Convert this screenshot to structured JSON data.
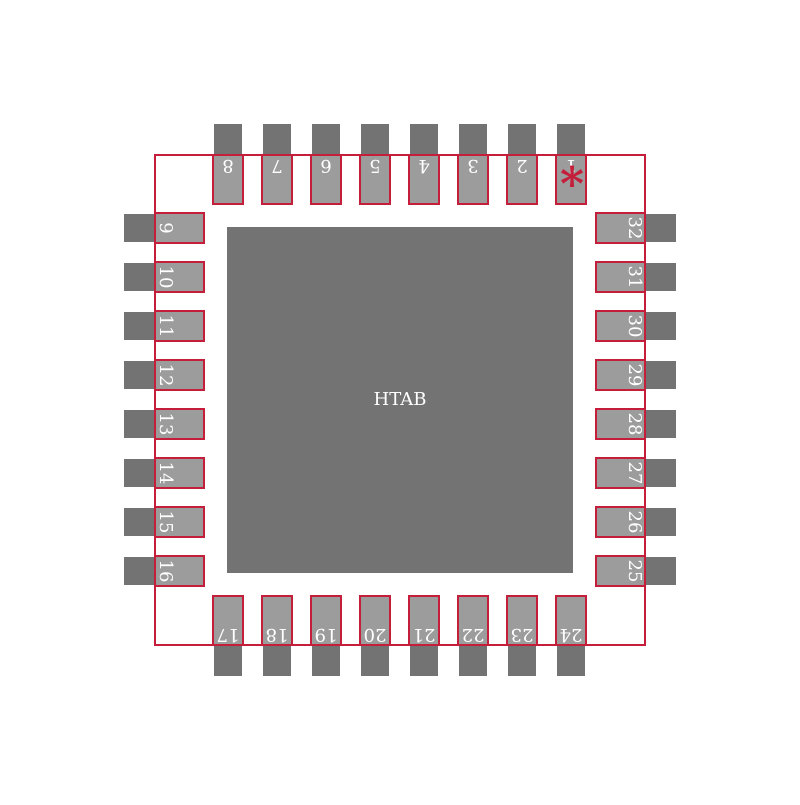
{
  "colors": {
    "background": "#ffffff",
    "pad_dark": "#737373",
    "pad_light": "#9c9c9c",
    "outline": "#c41e3a",
    "pin_label": "#ffffff",
    "center_label": "#ffffff"
  },
  "package": {
    "center_pad_label": "HTAB",
    "pin1_marker": "*",
    "top_pins": [
      "8",
      "7",
      "6",
      "5",
      "4",
      "3",
      "2",
      "1"
    ],
    "left_pins": [
      "9",
      "10",
      "11",
      "12",
      "13",
      "14",
      "15",
      "16"
    ],
    "bottom_pins": [
      "17",
      "18",
      "19",
      "20",
      "21",
      "22",
      "23",
      "24"
    ],
    "right_pins": [
      "32",
      "31",
      "30",
      "29",
      "28",
      "27",
      "26",
      "25"
    ]
  }
}
